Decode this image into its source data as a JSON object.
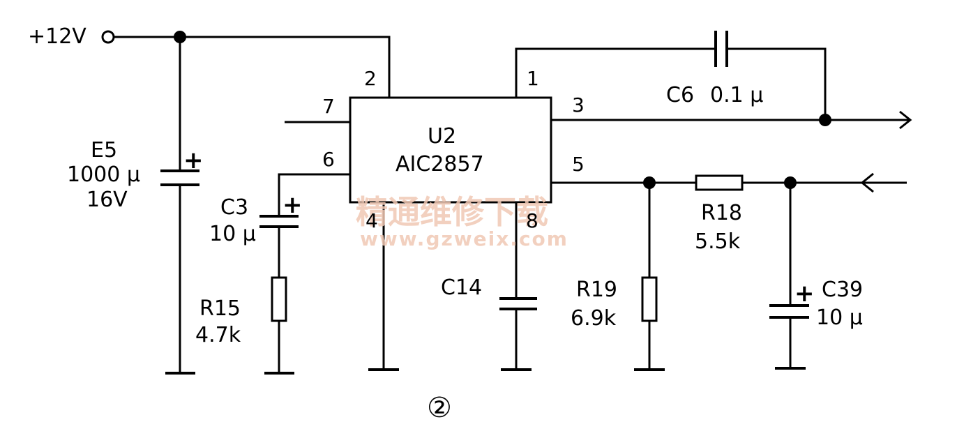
{
  "power": {
    "label": "+12V"
  },
  "ic": {
    "ref": "U2",
    "part": "AIC2857",
    "pins": [
      "1",
      "2",
      "3",
      "4",
      "5",
      "6",
      "7",
      "8"
    ]
  },
  "components": {
    "e5": {
      "ref": "E5",
      "value": "1000 μ",
      "voltage": "16V"
    },
    "c3": {
      "ref": "C3",
      "value": "10 μ"
    },
    "r15": {
      "ref": "R15",
      "value": "4.7k"
    },
    "c14": {
      "ref": "C14"
    },
    "r19": {
      "ref": "R19",
      "value": "6.9k"
    },
    "r18": {
      "ref": "R18",
      "value": "5.5k"
    },
    "c39": {
      "ref": "C39",
      "value": "10 μ"
    },
    "c6": {
      "ref": "C6",
      "value": "0.1 μ"
    }
  },
  "polarity_mark": "+",
  "watermark": {
    "cn": "精通维修下载",
    "url": "www.gzweix.com"
  },
  "figure_number": "②"
}
